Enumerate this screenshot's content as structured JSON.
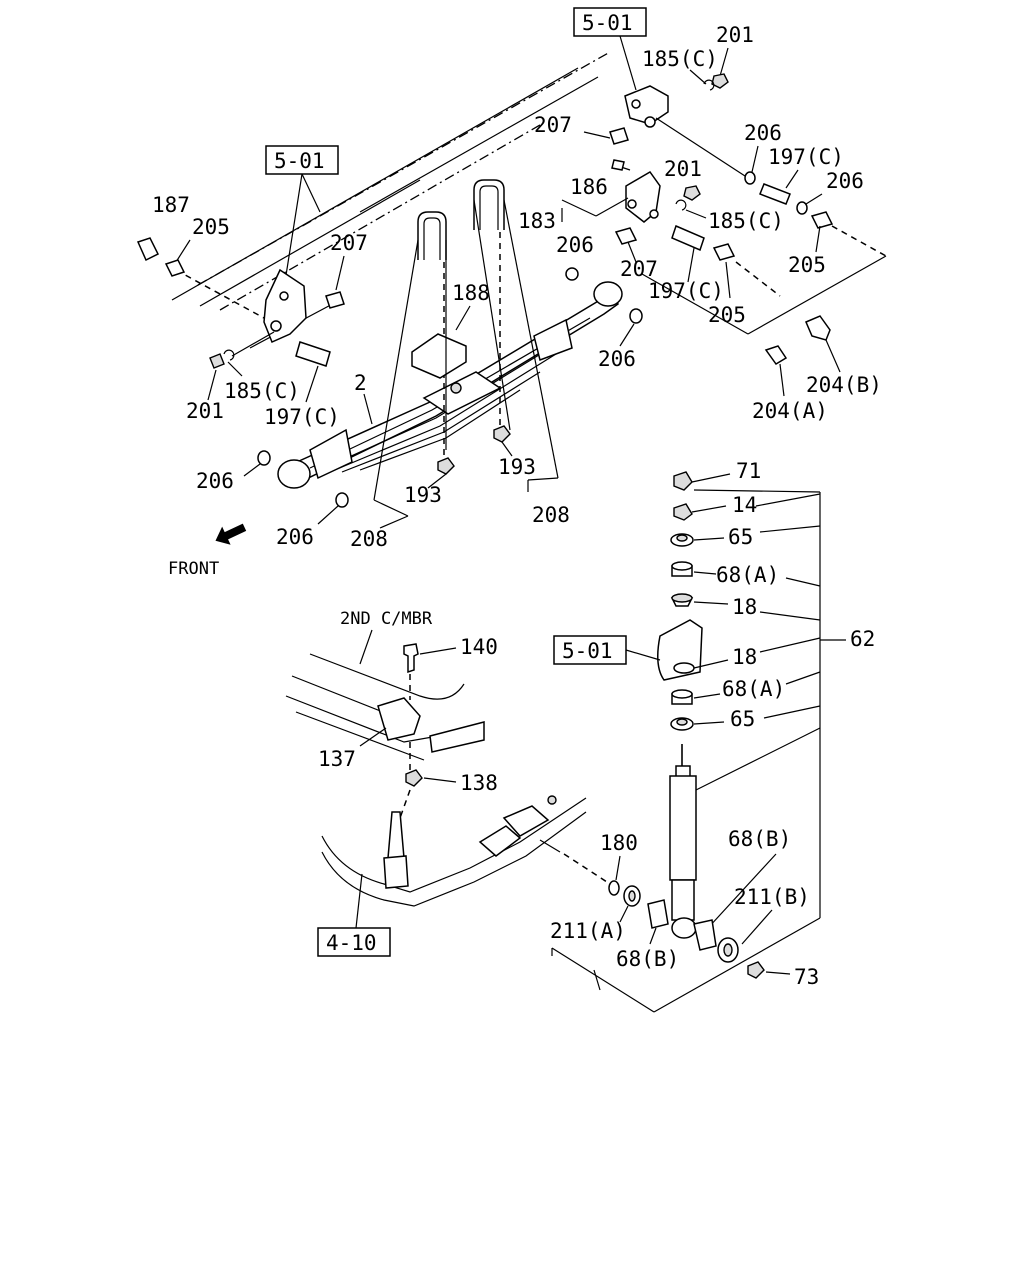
{
  "ref_boxes": [
    "5-01",
    "5-01",
    "5-01",
    "4-10"
  ],
  "labels": {
    "n201_top": "201",
    "n185c_top": "185(C)",
    "n207_top": "207",
    "n206_a": "206",
    "n197c_a": "197(C)",
    "n206_b": "206",
    "n201_mid": "201",
    "n186": "186",
    "n185c_mid": "185(C)",
    "n183": "183",
    "n206_c": "206",
    "n207_mid": "207",
    "n197c_b": "197(C)",
    "n205_r1": "205",
    "n205_r2": "205",
    "n204b": "204(B)",
    "n204a": "204(A)",
    "n206_d": "206",
    "n187": "187",
    "n205_left": "205",
    "n207_left": "207",
    "n188": "188",
    "n2": "2",
    "n185c_left": "185(C)",
    "n201_left": "201",
    "n197c_left": "197(C)",
    "n206_e": "206",
    "n206_f": "206",
    "n193_a": "193",
    "n193_b": "193",
    "n208_a": "208",
    "n208_b": "208",
    "front": "FRONT",
    "n71": "71",
    "n14": "14",
    "n65_a": "65",
    "n68a_a": "68(A)",
    "n18_a": "18",
    "n62": "62",
    "n18_b": "18",
    "n68a_b": "68(A)",
    "n65_b": "65",
    "n68b_a": "68(B)",
    "n211b": "211(B)",
    "n211a": "211(A)",
    "n68b_b": "68(B)",
    "n73": "73",
    "n180": "180",
    "crossmember": "2ND C/MBR",
    "n140": "140",
    "n137": "137",
    "n138": "138"
  }
}
